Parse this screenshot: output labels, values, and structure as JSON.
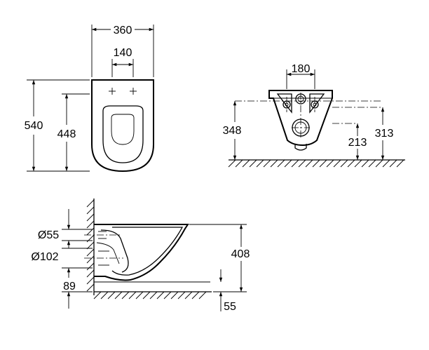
{
  "front_view": {
    "width_dim": "360",
    "bolt_spacing_dim": "140",
    "height_dim": "540",
    "seat_height_dim": "448"
  },
  "rear_view": {
    "bolt_spacing_dim": "180",
    "fixing_height_dim": "348",
    "inlet_height_dim": "313",
    "outlet_height_dim": "213"
  },
  "side_view": {
    "inlet_diameter_dim": "Ø55",
    "outlet_diameter_dim": "Ø102",
    "outlet_floor_dim": "89",
    "rim_height_dim": "408",
    "floor_gap_dim": "55"
  }
}
